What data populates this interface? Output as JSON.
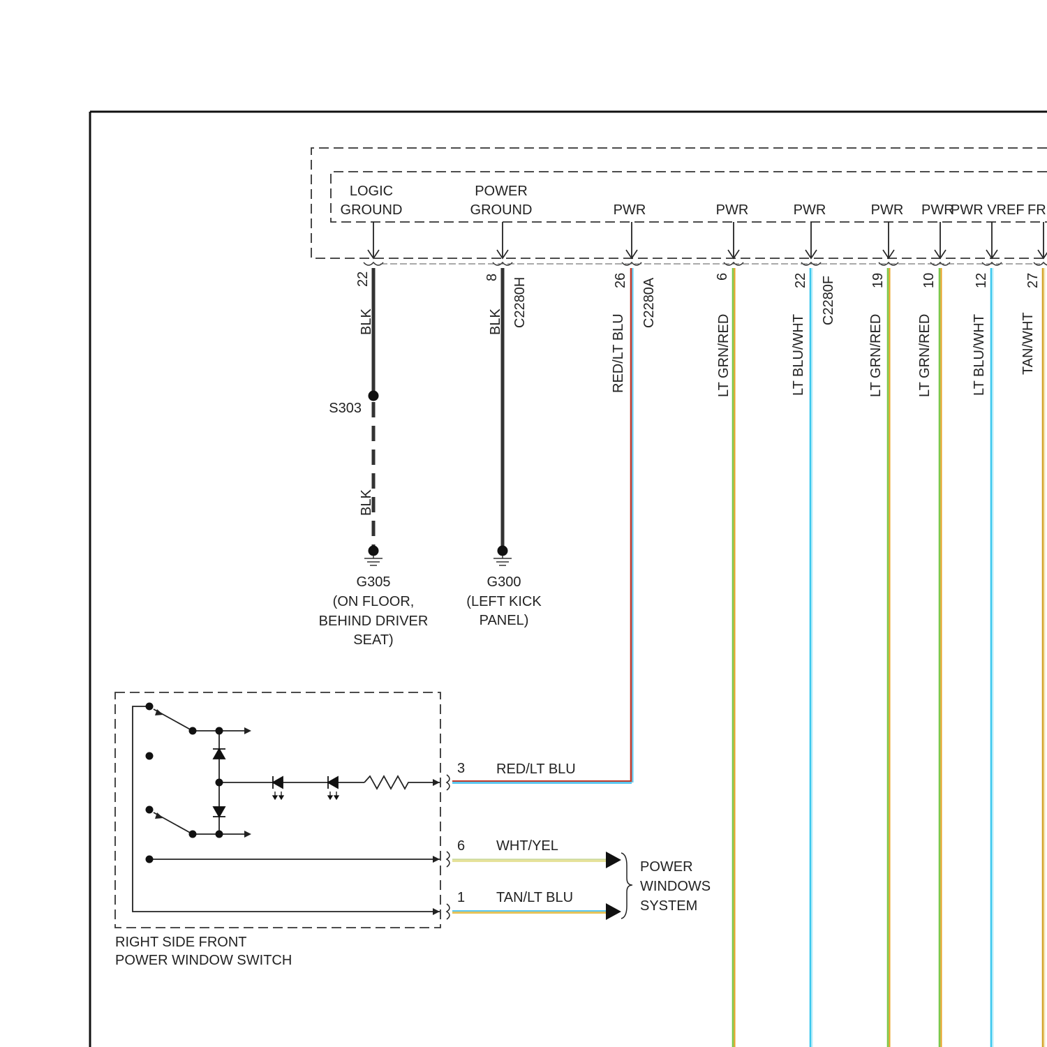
{
  "module": {
    "logic_ground": [
      "LOGIC",
      "GROUND"
    ],
    "power_ground": [
      "POWER",
      "GROUND"
    ],
    "pin_labels": [
      "PWR",
      "PWR",
      "PWR",
      "PWR",
      "PWR",
      "PWR VREF",
      "FRI"
    ]
  },
  "ground_circuits": [
    {
      "pin": "22",
      "wire_color": "BLK",
      "splice": "S303",
      "lower_wire_color": "BLK",
      "ground_id": "G305",
      "location": [
        "(ON FLOOR,",
        "BEHIND DRIVER",
        "SEAT)"
      ]
    },
    {
      "pin": "8",
      "wire_color": "BLK",
      "connector": "C2280H",
      "ground_id": "G300",
      "location": [
        "(LEFT KICK",
        "PANEL)"
      ]
    }
  ],
  "pwr_circuits": [
    {
      "pin": "26",
      "wire_color": "RED/LT BLU",
      "connector": "C2280A",
      "stroke": "#c0392b",
      "stroke2": "#5bc8f0"
    },
    {
      "pin": "6",
      "wire_color": "LT GRN/RED",
      "connector": "",
      "stroke": "#7cc84a",
      "stroke2": "#e8a020"
    },
    {
      "pin": "22",
      "wire_color": "LT BLU/WHT",
      "connector": "C2280F",
      "stroke": "#3cc8ee",
      "stroke2": "#bdeffa"
    },
    {
      "pin": "19",
      "wire_color": "LT GRN/RED",
      "connector": "",
      "stroke": "#7cc84a",
      "stroke2": "#e8a020"
    },
    {
      "pin": "10",
      "wire_color": "LT GRN/RED",
      "connector": "",
      "stroke": "#7cc84a",
      "stroke2": "#e8a020"
    },
    {
      "pin": "12",
      "wire_color": "LT BLU/WHT",
      "connector": "",
      "stroke": "#3cc8ee",
      "stroke2": "#bdeffa"
    },
    {
      "pin": "27",
      "wire_color": "TAN/WHT",
      "connector": "",
      "stroke": "#d4a52c",
      "stroke2": "#f6e7b8"
    }
  ],
  "switch": {
    "name": [
      "RIGHT SIDE FRONT",
      "POWER WINDOW SWITCH"
    ],
    "circuits": [
      {
        "pin": "3",
        "wire_color": "RED/LT BLU"
      },
      {
        "pin": "6",
        "wire_color": "WHT/YEL"
      },
      {
        "pin": "1",
        "wire_color": "TAN/LT BLU"
      }
    ]
  },
  "destination": [
    "POWER",
    "WINDOWS",
    "SYSTEM"
  ],
  "colors": {
    "blk": "#333333",
    "red_lt_blu": "#c0392b",
    "wht_yel": "#e6e29a",
    "tan_lt_blu": "#8ad05a"
  }
}
